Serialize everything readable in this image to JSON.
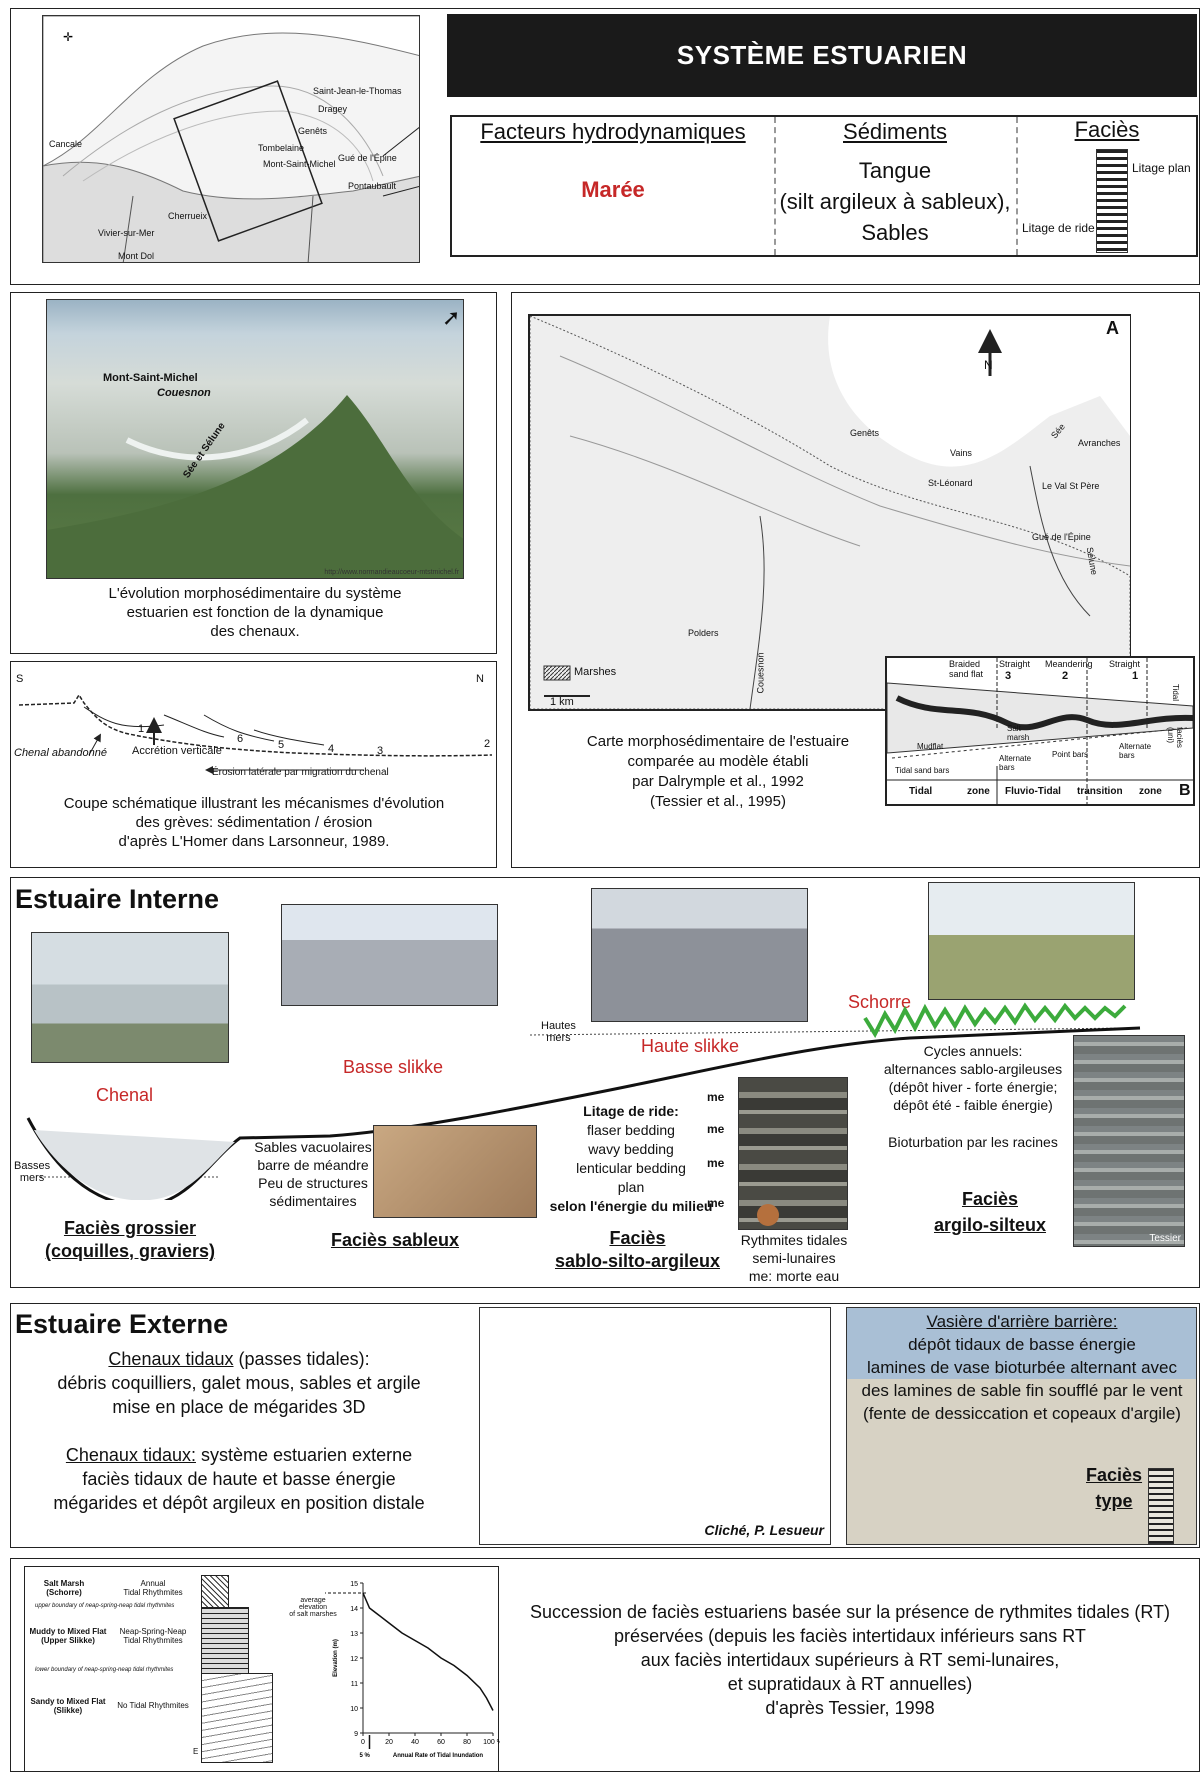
{
  "header": {
    "title": "SYSTÈME ESTUARIEN",
    "col1_head": "Facteurs hydrodynamiques",
    "col1_value": "Marée",
    "col2_head": "Sédiments",
    "col2_lines": [
      "Tangue",
      "(silt argileux à sableux),",
      "Sables"
    ],
    "col3_head": "Faciès",
    "col3_label_top": "Litage plan",
    "col3_label_bottom": "Litage de ride"
  },
  "top_map": {
    "places": [
      "Saint-Jean-le-Thomas",
      "Dragey",
      "Genêts",
      "Tombelaine",
      "Mont-Saint-Michel",
      "Gué de l'Épine",
      "Pontaubault",
      "Cancale",
      "Vivier-sur-Mer",
      "Cherrueix",
      "Mont Dol"
    ]
  },
  "aerial": {
    "labels": [
      "Mont-Saint-Michel",
      "Couesnon",
      "Sée et Sélune"
    ],
    "caption": [
      "L'évolution morphosédimentaire du système",
      "estuarien est fonction de la dynamique",
      "des chenaux."
    ],
    "credit": "http://www.normandieaucoeur-mtstmichel.fr"
  },
  "section_profile": {
    "south": "S",
    "north": "N",
    "labels": [
      "Chenal abandonné",
      "Accrétion verticale",
      "Érosion latérale par migration du chenal"
    ],
    "numbers": [
      "1",
      "6",
      "5",
      "4",
      "3",
      "2"
    ],
    "caption": [
      "Coupe schématique illustrant les mécanismes d'évolution",
      "des grèves: sédimentation / érosion",
      "d'après L'Homer dans Larsonneur, 1989."
    ]
  },
  "estuary_map": {
    "letter_a": "A",
    "letter_b": "B",
    "north": "N",
    "places": [
      "Genêts",
      "Vains",
      "Avranches",
      "St-Léonard",
      "Le Val St Père",
      "Gué de l'Épine",
      "Sée",
      "Sélune",
      "Polders",
      "Couesnon"
    ],
    "legend_marsh": "Marshes",
    "scale": "1 km",
    "model_top": [
      "Braided sand flat",
      "Straight",
      "Meandering",
      "Straight"
    ],
    "model_numbers": [
      "3",
      "2",
      "1"
    ],
    "model_inner": [
      "Mudflat",
      "Salt marsh",
      "Tidal sand bars",
      "Alternate bars",
      "Point bars",
      "Alternate bars",
      "Tidal",
      "faciès (uni)"
    ],
    "model_zones": [
      "Tidal",
      "zone",
      "Fluvio-Tidal",
      "transition",
      "zone"
    ],
    "caption": [
      "Carte morphosédimentaire de l'estuaire",
      "comparée au modèle établi",
      "par Dalrymple et al., 1992",
      "(Tessier et al., 1995)"
    ]
  },
  "internal": {
    "title": "Estuaire Interne",
    "chenal": "Chenal",
    "basse_slikke": "Basse slikke",
    "haute_slikke": "Haute slikke",
    "schorre": "Schorre",
    "hautes_mers": [
      "Hautes",
      "mers"
    ],
    "basses_mers": [
      "Basses",
      "mers"
    ],
    "sand_text": [
      "Sables vacuolaires",
      "barre de méandre",
      "Peu de structures",
      "sédimentaires"
    ],
    "ride_title": "Litage de ride:",
    "ride_lines": [
      "flaser bedding",
      "wavy bedding",
      "lenticular bedding",
      "plan",
      "selon l'énergie du milieu"
    ],
    "me_labels": [
      "me",
      "me",
      "me",
      "me"
    ],
    "rythm_caption": [
      "Rythmites tidales",
      "semi-lunaires",
      "me: morte eau"
    ],
    "cycles": [
      "Cycles annuels:",
      "alternances sablo-argileuses",
      "(dépôt hiver - forte énergie;",
      "dépôt été - faible énergie)"
    ],
    "bioturb": "Bioturbation par les racines",
    "tessier": "Tessier",
    "facies1": [
      "Faciès grossier",
      "(coquilles, graviers)"
    ],
    "facies2": "Faciès sableux",
    "facies3": [
      "Faciès",
      "sablo-silto-argileux"
    ],
    "facies4": [
      "Faciès",
      "argilo-silteux"
    ]
  },
  "external": {
    "title": "Estuaire Externe",
    "block1_u": "Chenaux tidaux",
    "block1_rest": " (passes tidales):",
    "block1_lines": [
      "débris coquilliers, galet mous, sables et argile",
      "mise en place de mégarides 3D"
    ],
    "block2_u": "Chenaux tidaux:",
    "block2_rest": " système estuarien externe",
    "block2_lines": [
      "faciès tidaux de haute et basse énergie",
      "mégarides et dépôt argileux en position distale"
    ],
    "photo_credit": "Cliché, P. Lesueur",
    "vasiere_title": "Vasière d'arrière barrière:",
    "vasiere_lines": [
      "dépôt tidaux de basse énergie",
      "lamines de vase bioturbée alternant avec",
      "des lamines de sable fin soufflé par le vent",
      "(fente de dessiccation et copeaux d'argile)"
    ],
    "facies_type": [
      "Faciès",
      "type"
    ]
  },
  "bottom": {
    "log_zones": [
      {
        "name": [
          "Salt Marsh",
          "(Schorre)"
        ],
        "desc": [
          "Annual",
          "Tidal Rhythmites"
        ]
      },
      {
        "name": [
          "Muddy to Mixed Flat",
          "(Upper Slikke)"
        ],
        "desc": [
          "Neap-Spring-Neap",
          "Tidal Rhythmites"
        ]
      },
      {
        "name": [
          "Sandy to Mixed Flat",
          "(Slikke)"
        ],
        "desc": [
          "No Tidal Rhythmites"
        ]
      }
    ],
    "boundary_upper": "upper boundary of neap-spring-neap tidal rhythmites",
    "boundary_lower": "lower boundary of neap-spring-neap tidal rhythmites",
    "avg_elev": [
      "average",
      "elevation",
      "of salt marshes"
    ],
    "e_label": "E",
    "caption": [
      "Succession de faciès estuariens basée sur la présence de rythmites tidales (RT)",
      "préservées (depuis les faciès intertidaux inférieurs sans RT",
      "aux faciès intertidaux supérieurs à RT semi-lunaires,",
      "et supratidaux à RT annuelles)",
      "d'après Tessier, 1998"
    ]
  },
  "chart_data": {
    "type": "line",
    "xlabel": "Annual Rate of Tidal Inundation",
    "ylabel": "Elevation (m)",
    "xlim": [
      0,
      100
    ],
    "ylim": [
      9,
      15
    ],
    "xticks": [
      "0",
      "20",
      "40",
      "60",
      "80",
      "100 %"
    ],
    "yticks": [
      "9",
      "10",
      "11",
      "12",
      "13",
      "14",
      "15"
    ],
    "marker_label": "5 %",
    "x": [
      0,
      5,
      10,
      20,
      30,
      40,
      50,
      60,
      70,
      80,
      90,
      95,
      100
    ],
    "y": [
      14.6,
      14.0,
      13.8,
      13.4,
      13.0,
      12.7,
      12.4,
      12.0,
      11.7,
      11.3,
      10.8,
      10.4,
      9.9
    ]
  },
  "colors": {
    "red": "#c62828",
    "header_bg": "#1a1a1a"
  }
}
